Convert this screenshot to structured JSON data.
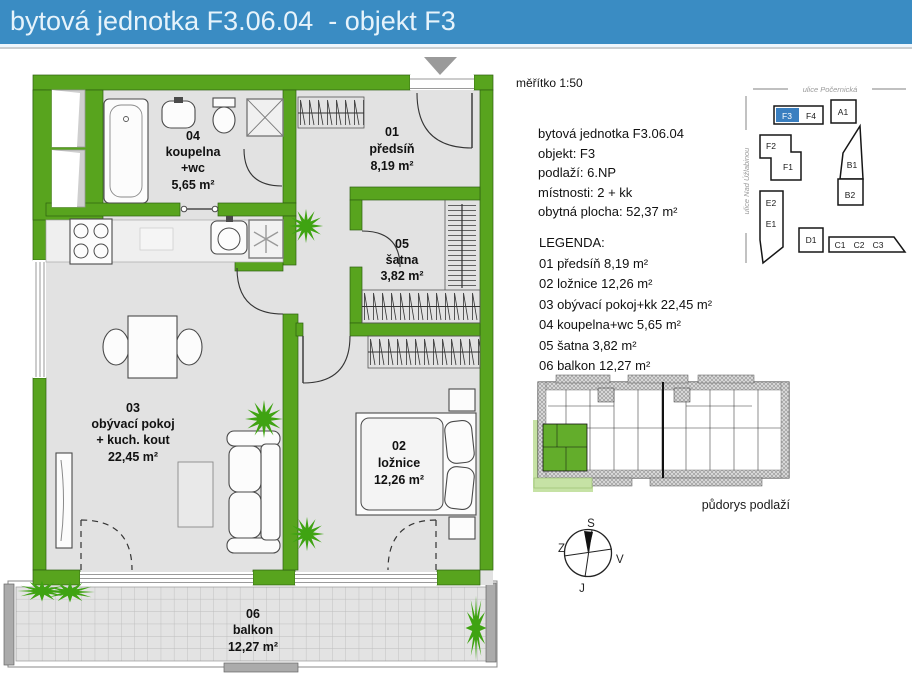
{
  "header": {
    "title": "bytová jednotka F3.06.04  - objekt F3"
  },
  "scale_label": "měřítko 1:50",
  "info": {
    "unit": "bytová jednotka F3.06.04",
    "building": "objekt: F3",
    "floor": "podlaží: 6.NP",
    "rooms_count": "místnosti: 2 + kk",
    "area": "obytná plocha: 52,37 m²"
  },
  "legend": {
    "title": "LEGENDA:",
    "items": [
      "01 předsíň 8,19 m²",
      "02 ložnice 12,26 m²",
      "03 obývací pokoj+kk 22,45 m²",
      "04 koupelna+wc 5,65 m²",
      "05 šatna 3,82 m²",
      "06 balkon 12,27 m²"
    ]
  },
  "plan": {
    "rooms": {
      "r01": {
        "lines": [
          "01",
          "předsíň",
          "8,19 m²"
        ]
      },
      "r02": {
        "lines": [
          "02",
          "ložnice",
          "12,26 m²"
        ]
      },
      "r03": {
        "lines": [
          "03",
          "obývací pokoj",
          "+ kuch. kout",
          "22,45 m²"
        ]
      },
      "r04": {
        "lines": [
          "04",
          "koupelna",
          "+wc",
          "5,65 m²"
        ]
      },
      "r05": {
        "lines": [
          "05",
          "šatna",
          "3,82 m²"
        ]
      },
      "r06": {
        "lines": [
          "06",
          "balkon",
          "12,27 m²"
        ]
      }
    }
  },
  "site_map": {
    "street_top": "ulice Počernická",
    "street_left": "ulice Nad Úžlabinou",
    "buildings": [
      "F3",
      "F4",
      "A1",
      "F2",
      "F1",
      "B1",
      "B2",
      "E2",
      "E1",
      "D1",
      "C1",
      "C2",
      "C3"
    ],
    "highlighted": "F3"
  },
  "overview": {
    "caption": "půdorys podlaží"
  },
  "compass": {
    "north": "S",
    "east": "V",
    "south": "J",
    "west": "Z"
  },
  "colors": {
    "header_bg": "#3a8cc3",
    "wall_green": "#58a41e",
    "plant_green": "#3fa312",
    "floor_gray": "#e2e2e2",
    "f3_highlight_blue": "#3a7fc0",
    "overview_unit_green": "#63ad2b"
  }
}
